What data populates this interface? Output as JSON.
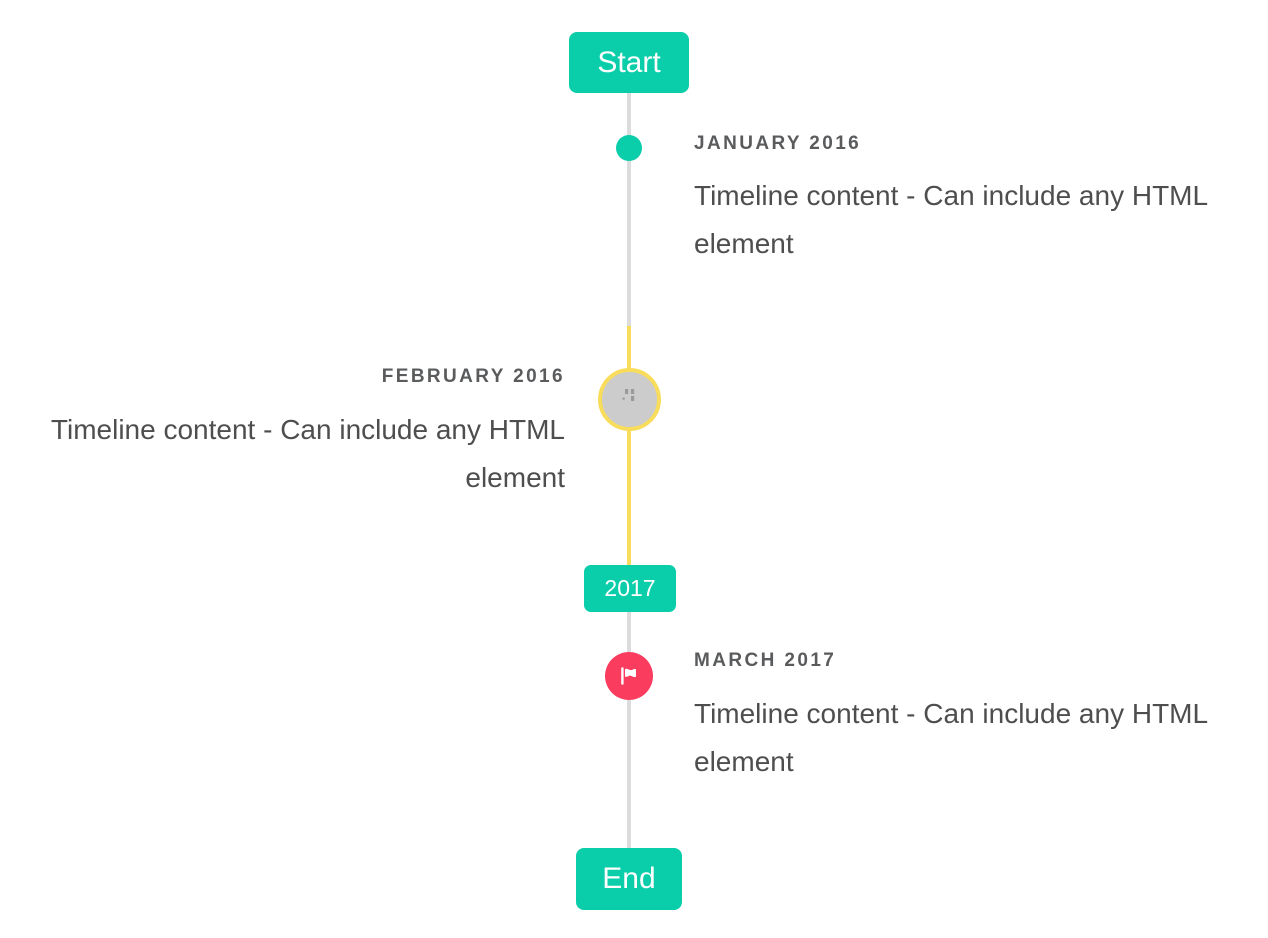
{
  "timeline": {
    "start_label": "Start",
    "end_label": "End",
    "year_badge": "2017",
    "entries": [
      {
        "title": "JANUARY 2016",
        "content": "Timeline content - Can include any HTML element",
        "side": "right",
        "marker": "teal-dot"
      },
      {
        "title": "FEBRUARY 2016",
        "content": "Timeline content - Can include any HTML element",
        "side": "left",
        "marker": "image-circle"
      },
      {
        "title": "MARCH 2017",
        "content": "Timeline content - Can include any HTML element",
        "side": "right",
        "marker": "flag-circle"
      }
    ]
  },
  "icons": {
    "flag": "flag-icon",
    "image_placeholder": "image-placeholder-icon"
  },
  "colors": {
    "accent_teal": "#0acdaa",
    "line_gray": "#dcdcdc",
    "highlight_yellow": "#f8dc5c",
    "circle_gray": "#cccccc",
    "flag_red": "#fa3c5f",
    "title_text": "#5a5b5d",
    "content_text": "#4e4e4e"
  }
}
